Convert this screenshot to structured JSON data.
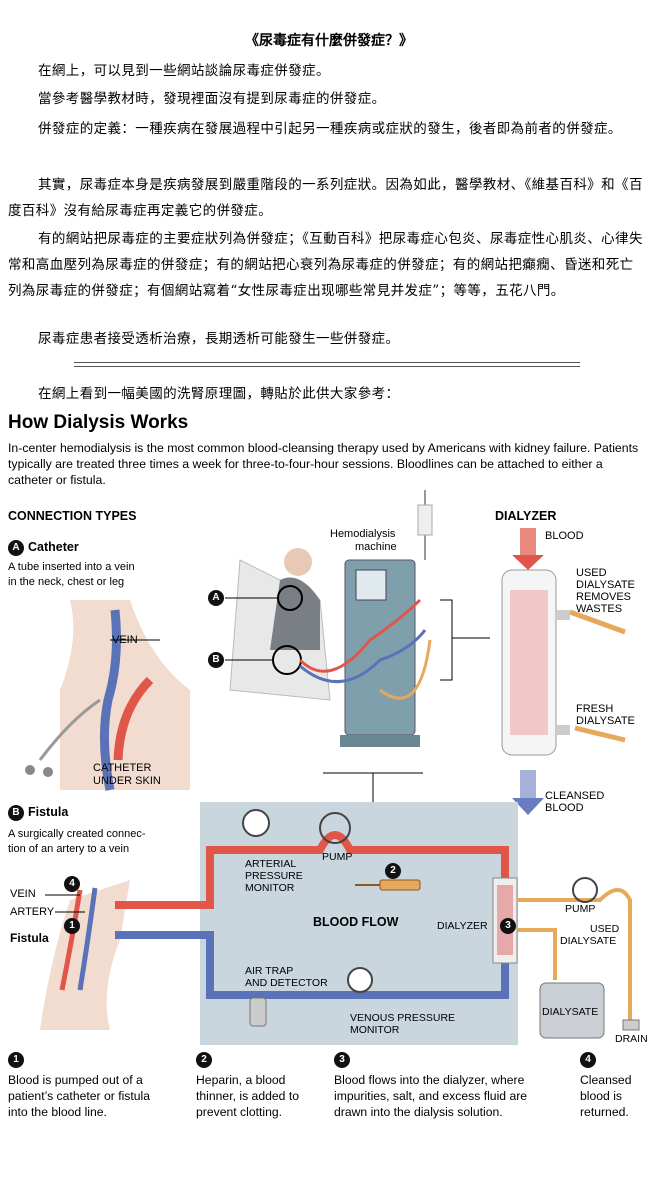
{
  "article": {
    "title": "《尿毒症有什麼併發症？》",
    "paragraphs": [
      "在網上，可以見到一些網站談論尿毒症併發症。",
      "當參考醫學教材時，發現裡面沒有提到尿毒症的併發症。",
      "併發症的定義：一種疾病在發展過程中引起另一種疾病或症狀的發生，後者即為前者的併發症。",
      "其實，尿毒症本身是疾病發展到嚴重階段的一系列症狀。因為如此，醫學教材、《維基百科》和《百度百科》沒有給尿毒症再定義它的併發症。",
      "有的網站把尿毒症的主要症狀列為併發症；《互動百科》把尿毒症心包炎、尿毒症性心肌炎、心律失常和高血壓列為尿毒症的併發症；有的網站把心衰列為尿毒症的併發症；有的網站把癲癇、昏迷和死亡列為尿毒症的併發症；有個網站寫着“女性尿毒症出现哪些常見并发症”；等等，五花八門。",
      "尿毒症患者接受透析治療，長期透析可能發生一些併發症。",
      "在網上看到一幅美國的洗腎原理圖，轉貼於此供大家參考："
    ]
  },
  "infographic": {
    "title": "How Dialysis Works",
    "intro": "In-center hemodialysis is the most common blood-cleansing therapy used by Americans with kidney failure. Patients typically are treated three times a week for three-to-four-hour sessions. Bloodlines can be attached to either a catheter or fistula.",
    "connection_types": "CONNECTION TYPES",
    "dialyzer_heading": "DIALYZER",
    "catheter": {
      "badge": "A",
      "title": "Catheter",
      "desc_1": "A tube inserted into a vein",
      "desc_2": "in the neck, chest or leg",
      "vein": "VEIN",
      "under_skin_1": "CATHETER",
      "under_skin_2": "UNDER SKIN"
    },
    "fistula": {
      "badge": "B",
      "title": "Fistula",
      "desc_1": "A surgically created connec-",
      "desc_2": "tion of an artery to a vein",
      "vein": "VEIN",
      "artery": "ARTERY",
      "label": "Fistula"
    },
    "machine_1": "Hemodialysis",
    "machine_2": "machine",
    "dialyzer_labels": {
      "blood": "BLOOD",
      "used_1": "USED",
      "used_2": "DIALYSATE",
      "used_3": "REMOVES",
      "used_4": "WASTES",
      "fresh_1": "FRESH",
      "fresh_2": "DIALYSATE",
      "cleansed_1": "CLEANSED",
      "cleansed_2": "BLOOD"
    },
    "flow": {
      "center": "BLOOD FLOW",
      "pump": "PUMP",
      "arterial_1": "ARTERIAL",
      "arterial_2": "PRESSURE",
      "arterial_3": "MONITOR",
      "dialyzer": "DIALYZER",
      "pump2": "PUMP",
      "used_1": "USED",
      "used_2": "DIALYSATE",
      "airtrap_1": "AIR TRAP",
      "airtrap_2": "AND DETECTOR",
      "venous_1": "VENOUS PRESSURE",
      "venous_2": "MONITOR",
      "dialysate": "DIALYSATE",
      "drain": "DRAIN"
    },
    "steps": [
      {
        "num": "1",
        "l1": "Blood is pumped out of a",
        "l2": "patient’s catheter or fistula",
        "l3": "into the blood line."
      },
      {
        "num": "2",
        "l1": "Heparin, a blood",
        "l2": "thinner, is added to",
        "l3": "prevent clotting."
      },
      {
        "num": "3",
        "l1": "Blood flows into the dialyzer, where",
        "l2": "impurities, salt, and excess fluid are",
        "l3": "drawn into the dialysis solution."
      },
      {
        "num": "4",
        "l1": "Cleansed",
        "l2": "blood is",
        "l3": "returned."
      }
    ],
    "colors": {
      "blood_red": "#e0574a",
      "blood_blue": "#5a73b8",
      "dialysate": "#e6a85a",
      "panel": "#c9d6de"
    }
  }
}
